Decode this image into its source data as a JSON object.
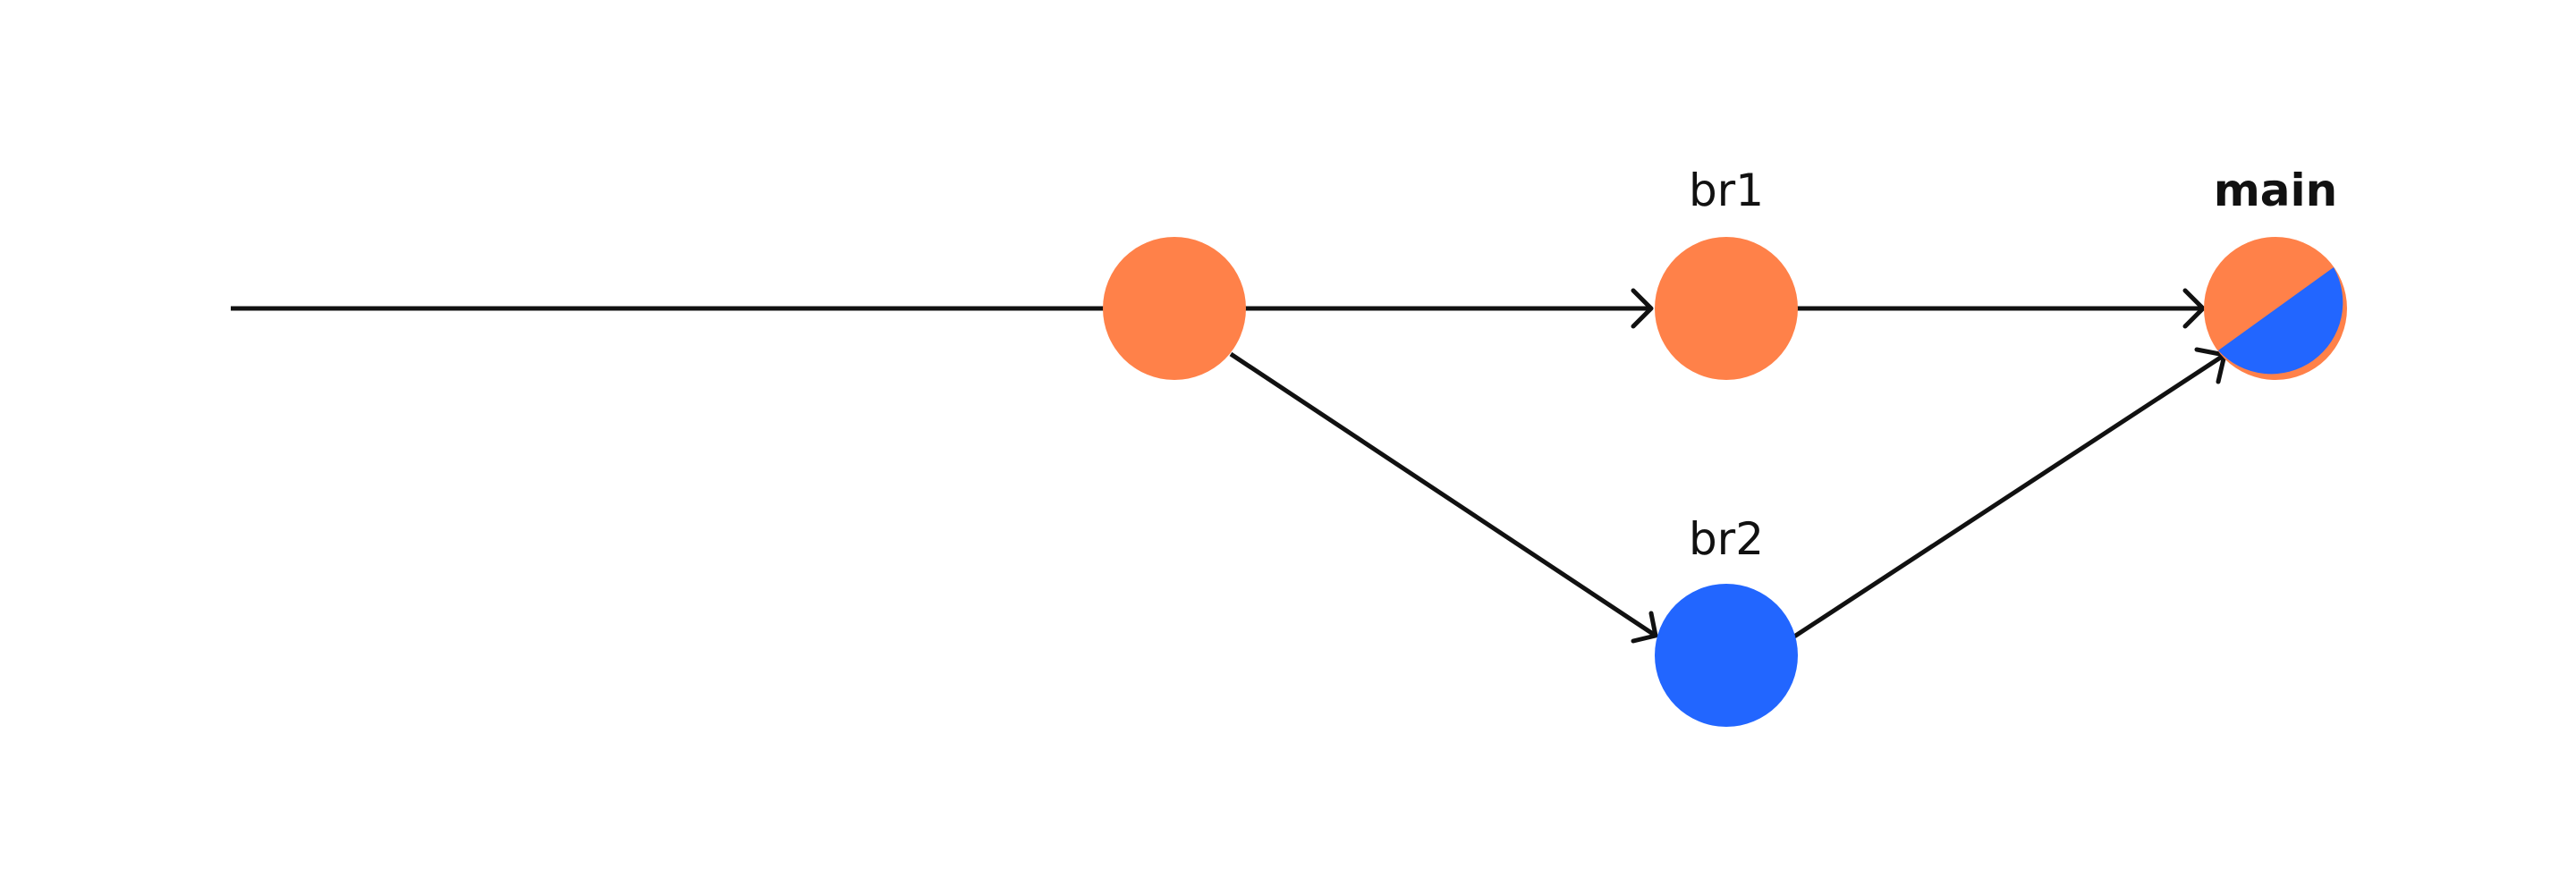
{
  "colors": {
    "orange": "#FF8149",
    "blue": "#2266FF",
    "line": "#111111",
    "background": "#FFFFFF"
  },
  "commits": [
    {
      "id": "base",
      "color": "orange",
      "label": ""
    },
    {
      "id": "br1",
      "color": "orange",
      "label": "br1"
    },
    {
      "id": "br2",
      "color": "blue",
      "label": "br2"
    },
    {
      "id": "main",
      "color": "orange+blue",
      "label": "main",
      "label_bold": true
    }
  ],
  "edges": [
    {
      "from": "start",
      "to": "base",
      "arrow": false
    },
    {
      "from": "base",
      "to": "br1",
      "arrow": true
    },
    {
      "from": "base",
      "to": "br2",
      "arrow": true
    },
    {
      "from": "br1",
      "to": "main",
      "arrow": true
    },
    {
      "from": "br2",
      "to": "main",
      "arrow": true
    }
  ]
}
